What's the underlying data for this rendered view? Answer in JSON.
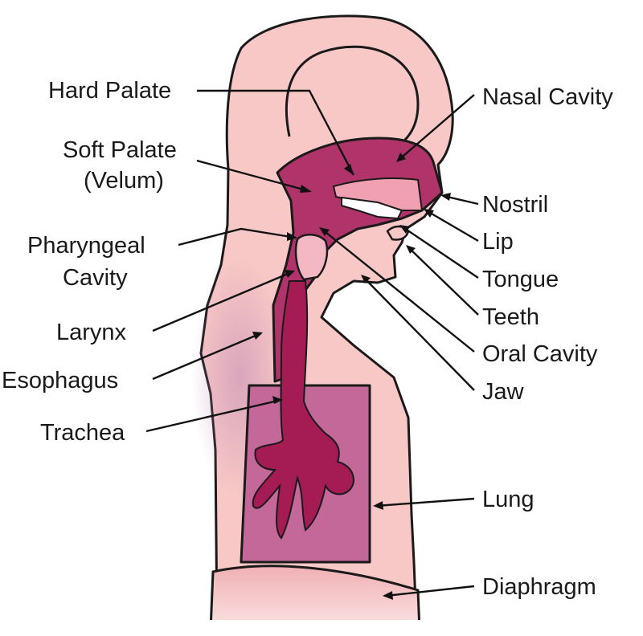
{
  "labels": {
    "hard_palate": "Hard Palate",
    "soft_palate_1": "Soft Palate",
    "soft_palate_2": "(Velum)",
    "pharyngeal_1": "Pharyngeal",
    "pharyngeal_2": "Cavity",
    "larynx": "Larynx",
    "esophagus": "Esophagus",
    "trachea": "Trachea",
    "nasal_cavity": "Nasal Cavity",
    "nostril": "Nostril",
    "lip": "Lip",
    "tongue": "Tongue",
    "teeth": "Teeth",
    "oral_cavity": "Oral Cavity",
    "jaw": "Jaw",
    "lung": "Lung",
    "diaphragm": "Diaphragm"
  },
  "colors": {
    "skin": "#f8c8c6",
    "cavity": "#b0336a",
    "lung": "#c4689a",
    "trachea": "#a51c54",
    "palate": "#f0a0b0",
    "line": "#111111"
  }
}
